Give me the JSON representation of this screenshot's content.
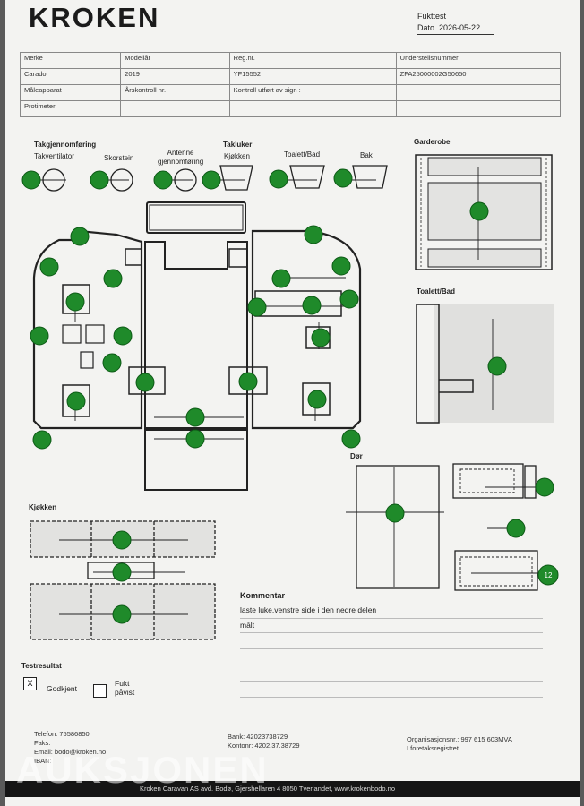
{
  "brand": {
    "logo": "KROKEN"
  },
  "doc": {
    "title": "Fukttest",
    "date_label": "Dato",
    "date": "2026-05-22"
  },
  "header_table": {
    "row1": [
      "Merke",
      "Modellår",
      "Reg.nr.",
      "Understellsnummer"
    ],
    "row2": [
      "Carado",
      "2019",
      "YF15552",
      "ZFA25000002G50650"
    ],
    "row3": [
      "Måleapparat",
      "Årskontroll nr.",
      "Kontroll utført av sign :",
      ""
    ],
    "row4": [
      "Protimeter",
      "",
      "",
      ""
    ]
  },
  "sections": {
    "roof_seal": "Takgjennomføring",
    "roof_vent": "Takventilator",
    "chimney": "Skorstein",
    "antenna": "Antenne\ngjennomføring",
    "roof_hatch": "Takluker",
    "kitchen_small": "Kjøkken",
    "toilet_small": "Toalett/Bad",
    "rear": "Bak",
    "wardrobe": "Garderobe",
    "toilet": "Toalett/Bad",
    "door": "Dør",
    "kitchen": "Kjøkken",
    "comment": "Kommentar",
    "test_result": "Testresultat"
  },
  "comment": {
    "line1": "laste luke.venstre side i den nedre delen",
    "line2": "målt"
  },
  "result": {
    "approved_label": "Godkjent",
    "approved_mark": "X",
    "moisture_label": "Fukt\npåvist",
    "moisture_mark": ""
  },
  "badge": {
    "value": "12"
  },
  "footer": {
    "phone": "Telefon: 75586850",
    "fax": "Faks:",
    "email": "Email: bodo@kroken.no",
    "iban": "IBAN:",
    "bank": "Bank: 42023738729",
    "account": "Kontonr: 4202.37.38729",
    "org": "Organisasjonsnr.: 997 615 603MVA",
    "registry": "I foretaksregistret",
    "address": "Kroken Caravan AS avd. Bodø, Gjershellaren 4 8050 Tverlandet, www.krokenbodo.no"
  },
  "watermark": "AUKSJONEN",
  "colors": {
    "dot": "#1f8a2a",
    "paper": "#f3f3f1",
    "line": "#222222"
  }
}
